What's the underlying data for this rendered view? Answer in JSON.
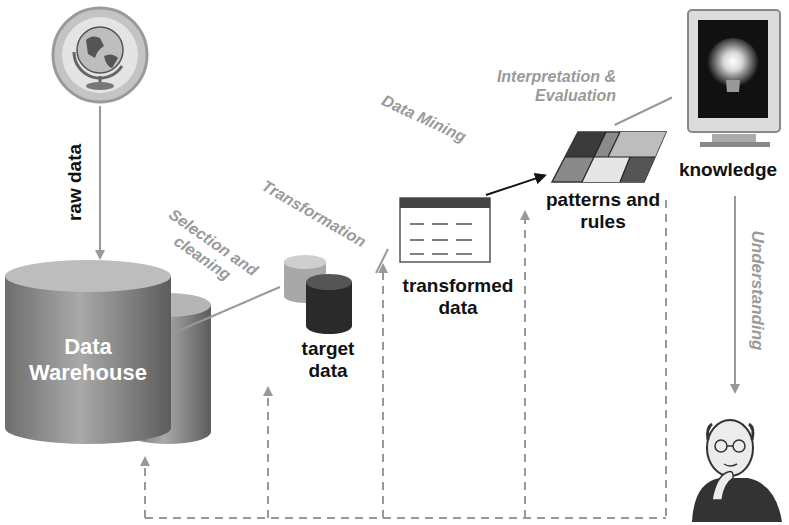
{
  "diagram": {
    "nodes": [
      {
        "text": [
          "Data Warehouse"
        ]
      },
      {
        "text": [
          "target data"
        ]
      },
      {
        "text": [
          "transformed data"
        ]
      },
      {
        "text": [
          "patterns and rules"
        ]
      },
      {
        "text": [
          "knowledge"
        ]
      }
    ],
    "edges": [
      {
        "from": 0,
        "to": 1,
        "arrow": "none",
        "label": "Selection and cleaning"
      },
      {
        "from": 1,
        "to": 2,
        "arrow": "none",
        "label": "Transformation"
      },
      {
        "from": 2,
        "to": 3,
        "arrow": "to",
        "label": "Data Mining"
      },
      {
        "from": 3,
        "to": 4,
        "arrow": "none",
        "label": "Interpretation & Evaluation"
      }
    ],
    "labels": [
      "raw data",
      "Understanding"
    ]
  }
}
